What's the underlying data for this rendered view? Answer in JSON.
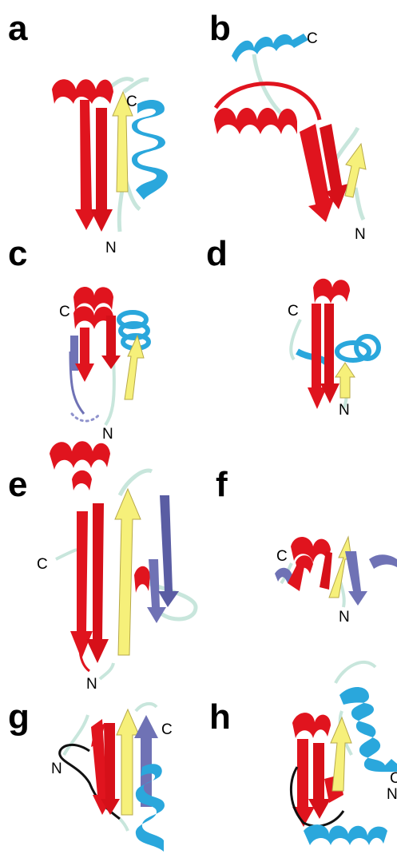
{
  "figure": {
    "panels": [
      {
        "label": "a",
        "n_term": "N",
        "c_term": "C"
      },
      {
        "label": "b",
        "n_term": "N",
        "c_term": "C"
      },
      {
        "label": "c",
        "n_term": "N",
        "c_term": "C"
      },
      {
        "label": "d",
        "n_term": "N",
        "c_term": "C"
      },
      {
        "label": "e",
        "n_term": "N",
        "c_term": "C"
      },
      {
        "label": "f",
        "n_term": "N",
        "c_term": "C"
      },
      {
        "label": "g",
        "n_term": "N",
        "c_term": "C"
      },
      {
        "label": "h",
        "n_term": "N",
        "c_term": "C"
      }
    ],
    "colors": {
      "strand_red": "#e0141e",
      "strand_yellow": "#f6f07a",
      "helix_blue": "#2aa7dc",
      "strand_purple": "#6f72b5",
      "loop": "#c8e6dc",
      "loop_dark": "#111111"
    }
  }
}
